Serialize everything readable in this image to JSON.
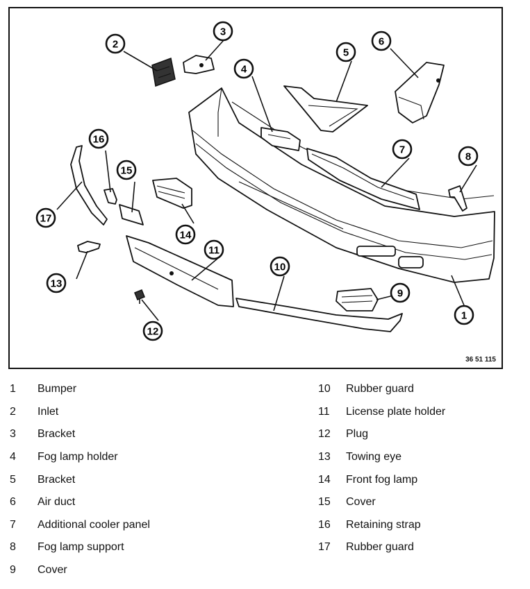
{
  "diagram": {
    "figure_code": "36 51 115",
    "callouts": [
      "1",
      "2",
      "3",
      "4",
      "5",
      "6",
      "7",
      "8",
      "9",
      "10",
      "11",
      "12",
      "13",
      "14",
      "15",
      "16",
      "17"
    ]
  },
  "legend": {
    "left": [
      {
        "num": "1",
        "label": "Bumper"
      },
      {
        "num": "2",
        "label": "Inlet"
      },
      {
        "num": "3",
        "label": "Bracket"
      },
      {
        "num": "4",
        "label": "Fog lamp holder"
      },
      {
        "num": "5",
        "label": "Bracket"
      },
      {
        "num": "6",
        "label": "Air duct"
      },
      {
        "num": "7",
        "label": "Additional cooler panel"
      },
      {
        "num": "8",
        "label": "Fog lamp support"
      },
      {
        "num": "9",
        "label": "Cover"
      }
    ],
    "right": [
      {
        "num": "10",
        "label": "Rubber guard"
      },
      {
        "num": "11",
        "label": "License plate holder"
      },
      {
        "num": "12",
        "label": "Plug"
      },
      {
        "num": "13",
        "label": "Towing eye"
      },
      {
        "num": "14",
        "label": "Front fog lamp"
      },
      {
        "num": "15",
        "label": "Cover"
      },
      {
        "num": "16",
        "label": "Retaining strap"
      },
      {
        "num": "17",
        "label": "Rubber guard"
      }
    ]
  }
}
